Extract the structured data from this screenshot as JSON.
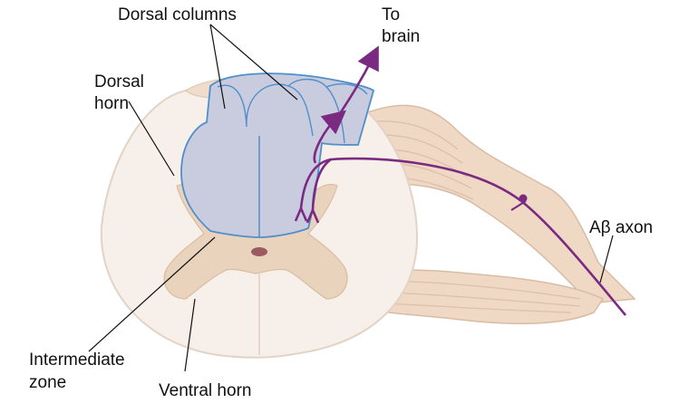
{
  "labels": {
    "dorsal_columns": "Dorsal columns",
    "to_brain_line1": "To",
    "to_brain_line2": "brain",
    "dorsal_horn_line1": "Dorsal",
    "dorsal_horn_line2": "horn",
    "ab_axon": "Aβ axon",
    "intermediate_zone_line1": "Intermediate",
    "intermediate_zone_line2": "zone",
    "ventral_horn": "Ventral horn"
  },
  "colors": {
    "white_matter": "#f7f0ea",
    "gray_matter": "#ead3bd",
    "dorsal_columns_fill": "#c9ccde",
    "dorsal_columns_outline": "#4f8fca",
    "root_fill": "#efd8c4",
    "axon": "#7b2a82",
    "leader_line": "#111111"
  }
}
